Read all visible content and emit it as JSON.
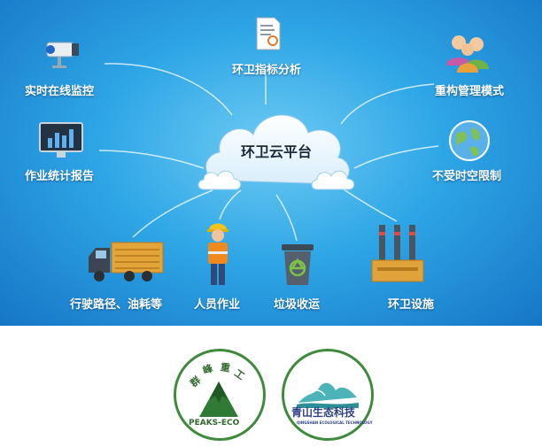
{
  "hub": {
    "title": "环卫云平台"
  },
  "nodes": {
    "realtime_monitor": "实时在线监控",
    "sanitation_analysis": "环卫指标分析",
    "restructure_mode": "重构管理模式",
    "work_report": "作业统计报告",
    "no_limit": "不受时空限制",
    "route_fuel": "行驶路径、油耗等",
    "staff_work": "人员作业",
    "garbage_transport": "垃圾收运",
    "facilities": "环卫设施"
  },
  "logos": {
    "left": {
      "chars": [
        "群",
        "峰",
        "重",
        "工"
      ],
      "sub": "PEAKS-ECO"
    },
    "right": {
      "title": "青山生态科技",
      "sub": "QINGSHAN ECOLOGICAL TECHNOLOGY"
    }
  },
  "colors": {
    "banner": "#2ea6e6",
    "logo_green": "#3f8a3c",
    "cloud": "#ffffff"
  }
}
